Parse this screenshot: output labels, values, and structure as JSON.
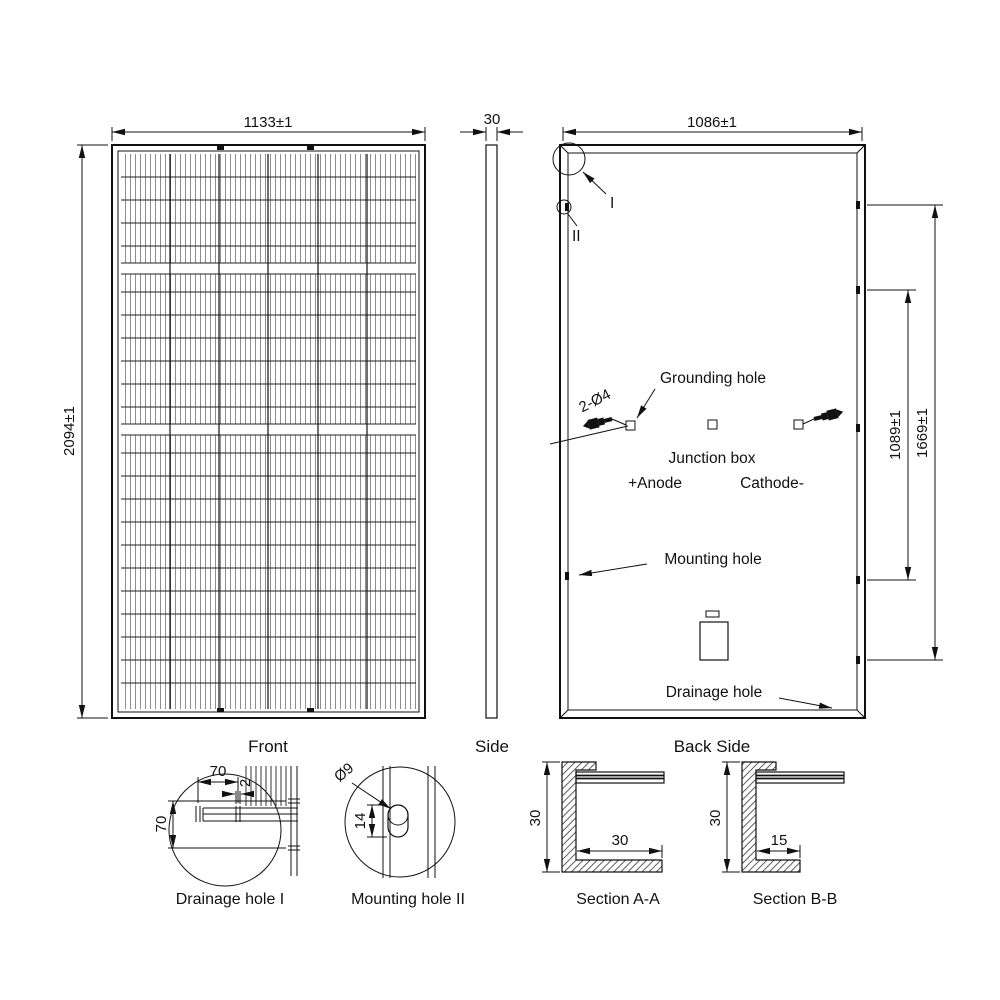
{
  "views": {
    "front": {
      "label": "Front",
      "width": "1133±1",
      "height": "2094±1"
    },
    "side": {
      "label": "Side",
      "thickness": "30"
    },
    "back": {
      "label": "Back Side",
      "width": "1086±1",
      "mount_span": "1089±1",
      "hole_span": "1669±1",
      "detail_i": "I",
      "detail_ii": "II",
      "grounding_hole": "Grounding hole",
      "hole_callout": "2-Ø4",
      "junction_box": "Junction box",
      "anode": "+Anode",
      "cathode": "Cathode-",
      "mounting_hole": "Mounting hole",
      "drainage_hole": "Drainage hole"
    }
  },
  "details": {
    "drainage": {
      "label": "Drainage hole I",
      "slot_spacing": "70",
      "slot_width": "2",
      "edge_spacing": "70"
    },
    "mounting": {
      "label": "Mounting hole II",
      "diameter": "Ø9",
      "slot_length": "14"
    },
    "section_a": {
      "label": "Section A-A",
      "frame_height": "30",
      "flange_width": "30"
    },
    "section_b": {
      "label": "Section B-B",
      "frame_height": "30",
      "flange_width": "15"
    }
  }
}
